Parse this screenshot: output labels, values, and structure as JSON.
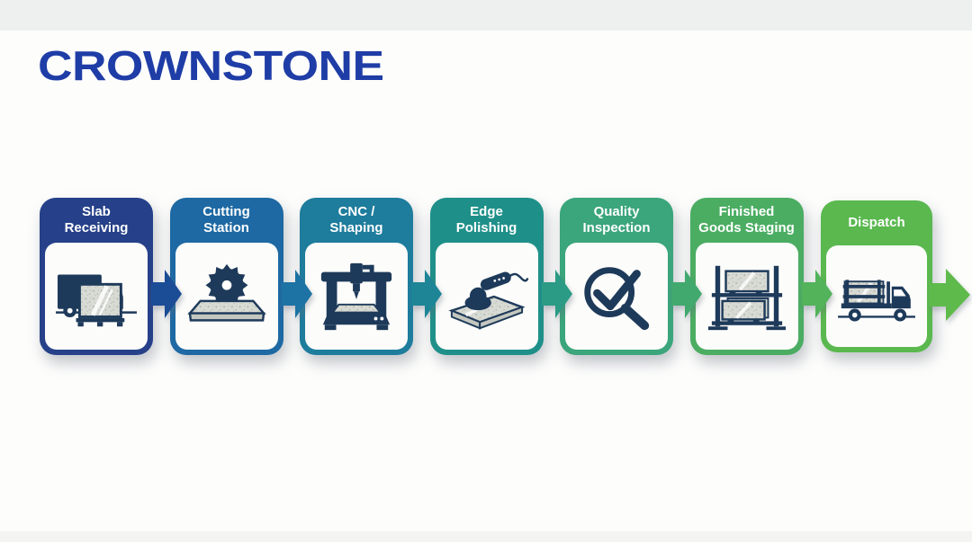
{
  "logo": {
    "text": "CROWNSTONE",
    "color": "#1f3da6"
  },
  "flow": {
    "steps": [
      {
        "label": "Slab\nReceiving",
        "color": "#264189",
        "icon": "delivery-truck-icon"
      },
      {
        "label": "Cutting\nStation",
        "color": "#1e69a3",
        "icon": "circular-saw-icon"
      },
      {
        "label": "CNC /\nShaping",
        "color": "#1e7c9c",
        "icon": "cnc-machine-icon"
      },
      {
        "label": "Edge\nPolishing",
        "color": "#1f9089",
        "icon": "edge-polisher-icon"
      },
      {
        "label": "Quality\nInspection",
        "color": "#3ba57b",
        "icon": "magnifier-check-icon"
      },
      {
        "label": "Finished\nGoods Staging",
        "color": "#4bad62",
        "icon": "slab-rack-icon"
      },
      {
        "label": "Dispatch",
        "color": "#5ab84f",
        "icon": "flatbed-truck-icon"
      }
    ],
    "arrows": [
      {
        "color": "#1b4c96"
      },
      {
        "color": "#1d73a4"
      },
      {
        "color": "#1d8596"
      },
      {
        "color": "#2b9b85"
      },
      {
        "color": "#41a96e"
      },
      {
        "color": "#52b35a"
      },
      {
        "color": "#5eba4b"
      }
    ]
  },
  "theme": {
    "background": "#fdfdfc",
    "top_band": "#eef0f0",
    "bottom_band": "#f4f5f2",
    "icon_ink": "#1e3a5a",
    "slab_fill": "#d8dad4",
    "panel_color": "#fcfcfa"
  }
}
